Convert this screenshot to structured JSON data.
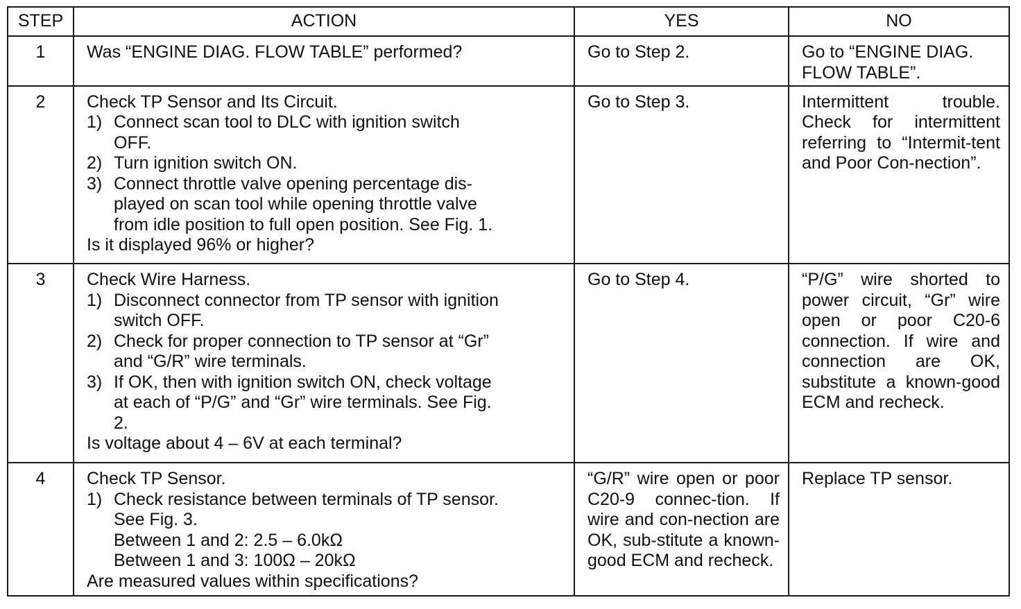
{
  "headers": {
    "step": "STEP",
    "action": "ACTION",
    "yes": "YES",
    "no": "NO"
  },
  "rows": [
    {
      "step": "1",
      "action_title": "Was “ENGINE DIAG. FLOW TABLE” performed?",
      "action_items": [],
      "action_question": "",
      "yes": "Go to Step 2.",
      "no": "Go to “ENGINE DIAG. FLOW TABLE”."
    },
    {
      "step": "2",
      "action_title": "Check TP Sensor and Its Circuit.",
      "action_items": [
        {
          "num": "1)",
          "lines": [
            "Connect scan tool to DLC with ignition switch",
            "OFF."
          ]
        },
        {
          "num": "2)",
          "lines": [
            "Turn ignition switch ON."
          ]
        },
        {
          "num": "3)",
          "lines": [
            "Connect throttle valve opening percentage dis-",
            "played on scan tool while opening throttle valve",
            "from idle position to full open position. See Fig. 1."
          ]
        }
      ],
      "action_question": "Is it displayed 96% or higher?",
      "yes": "Go to Step 3.",
      "no": "Intermittent trouble. Check for intermittent referring to “Intermit-tent and Poor Con-nection”."
    },
    {
      "step": "3",
      "action_title": "Check Wire Harness.",
      "action_items": [
        {
          "num": "1)",
          "lines": [
            "Disconnect connector from TP sensor with ignition",
            "switch OFF."
          ]
        },
        {
          "num": "2)",
          "lines": [
            "Check for proper connection to TP sensor at “Gr”",
            "and “G/R” wire terminals."
          ]
        },
        {
          "num": "3)",
          "lines": [
            "If OK, then with ignition switch ON, check voltage",
            "at each of “P/G” and “Gr” wire terminals. See Fig.",
            "2."
          ]
        }
      ],
      "action_question": "Is voltage about 4 – 6V at each terminal?",
      "yes": "Go to Step 4.",
      "no": "“P/G” wire shorted to power circuit, “Gr” wire open or poor C20-6 connection. If wire and connection are OK, substitute a known-good ECM and recheck."
    },
    {
      "step": "4",
      "action_title": "Check TP Sensor.",
      "action_items": [
        {
          "num": "1)",
          "lines": [
            "Check resistance between terminals of TP sensor.",
            "See Fig. 3.",
            "Between 1 and 2: 2.5 – 6.0kΩ",
            "Between 1 and 3: 100Ω – 20kΩ"
          ]
        }
      ],
      "action_question": "Are measured values within specifications?",
      "yes": "“G/R” wire open or poor C20-9 connec-tion. If wire and con-nection are OK, sub-stitute a known-good ECM and recheck.",
      "no": "Replace TP sensor."
    }
  ]
}
